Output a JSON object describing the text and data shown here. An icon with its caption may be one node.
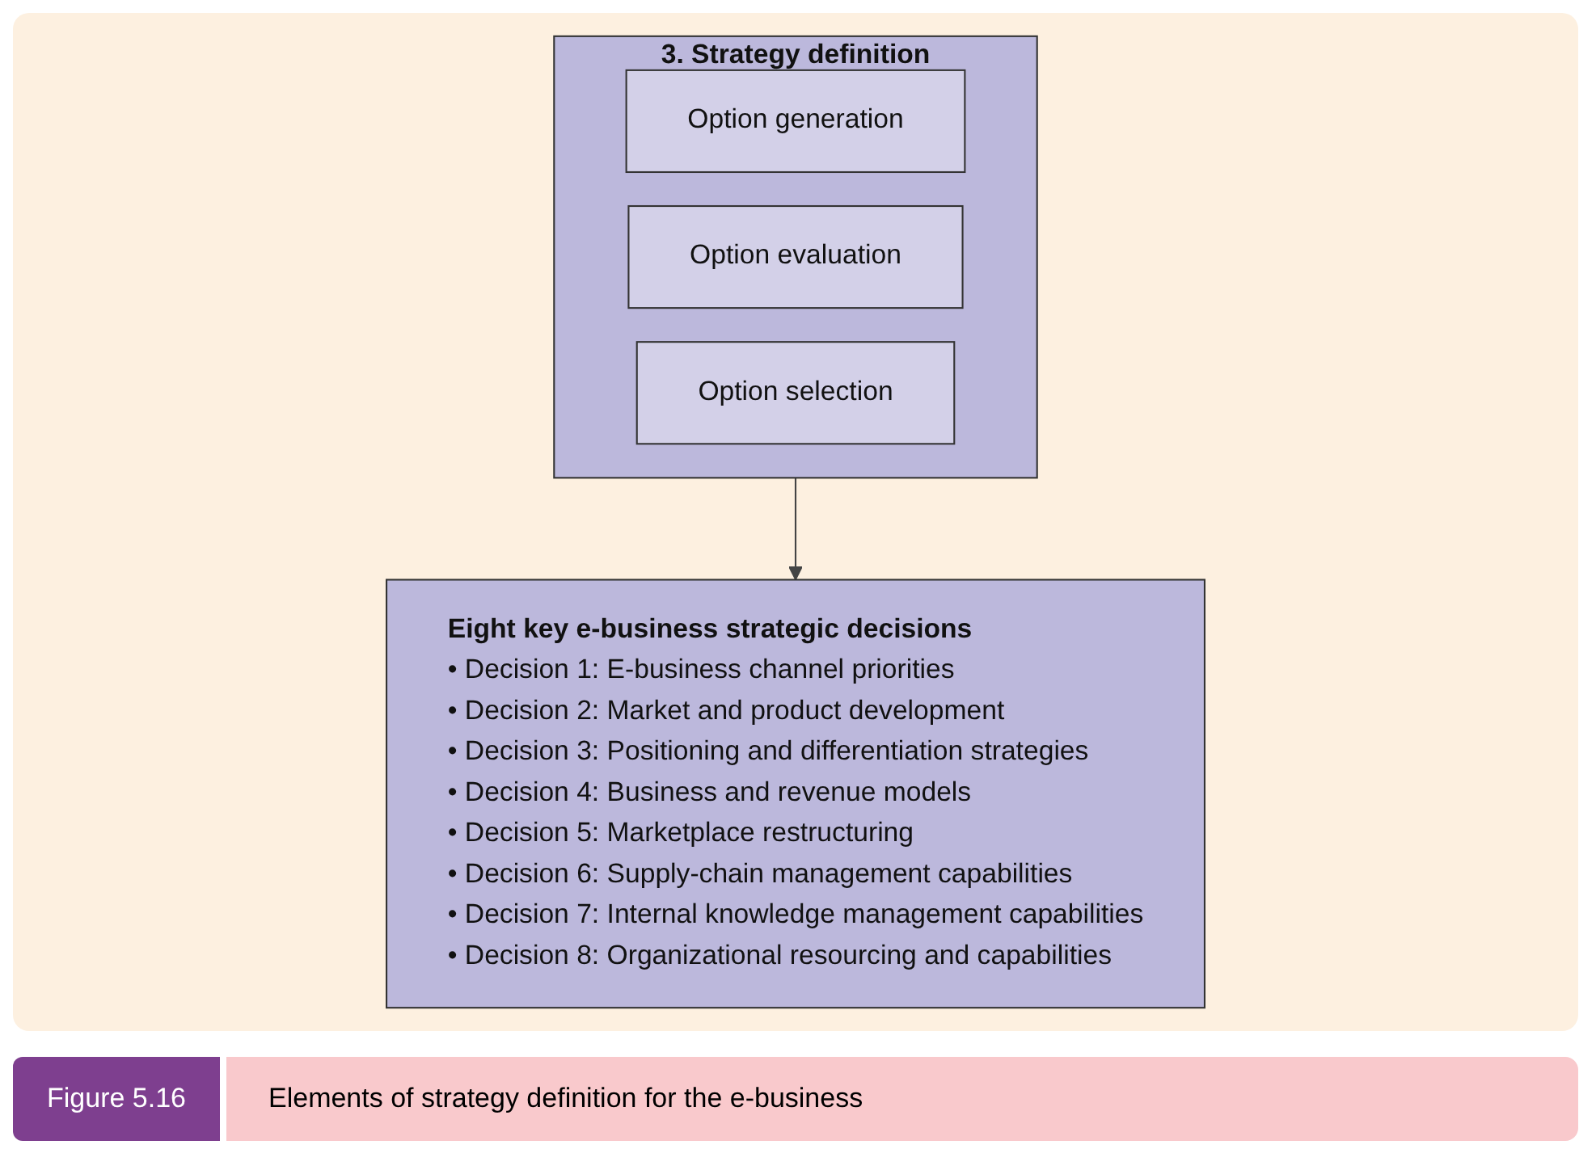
{
  "diagram": {
    "caption": "Elements of strategy definition for the e-business",
    "nodes": [
      {
        "text": [
          "3. Strategy definition"
        ]
      },
      {
        "text": [
          "Option generation"
        ],
        "in": 0
      },
      {
        "text": [
          "Option evaluation"
        ],
        "in": 0
      },
      {
        "text": [
          "Option selection"
        ],
        "in": 0
      },
      {
        "text": [
          "Eight key e-business strategic decisions",
          "• Decision 1: E-business channel priorities",
          "• Decision 2: Market and product development",
          "• Decision 3: Positioning and differentiation strategies",
          "• Decision 4: Business and revenue models",
          "• Decision 5: Marketplace restructuring",
          "• Decision 6: Supply-chain management capabilities",
          "• Decision 7: Internal knowledge management capabilities",
          "• Decision 8: Organizational resourcing and capabilities"
        ]
      }
    ],
    "edges": [
      {
        "from": 0,
        "to": 4,
        "arrow": "to"
      }
    ],
    "labels": [
      "Figure 5.16"
    ]
  }
}
